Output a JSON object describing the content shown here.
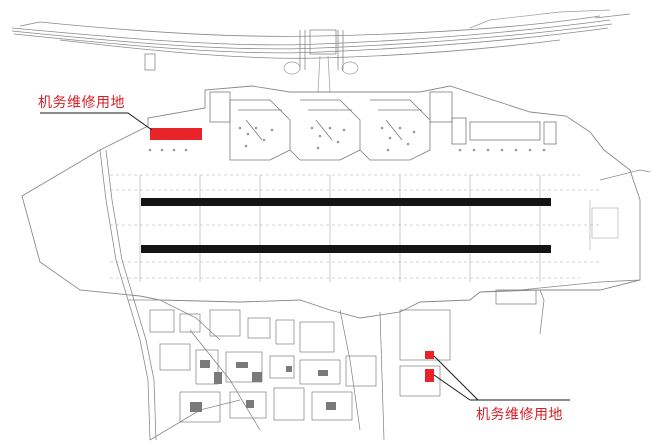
{
  "labels": {
    "top_left": "机务维修用地",
    "bottom_right": "机务维修用地"
  },
  "colors": {
    "highlight": "#e8232a",
    "runway": "#141414",
    "linework": "#8a8a8a",
    "label_text": "#d81e24",
    "background": "#ffffff"
  },
  "map": {
    "runway_count": 2,
    "highlighted_areas": 3,
    "icons": [
      "airport-site-plan",
      "terminal-building",
      "apron",
      "runway",
      "taxiway",
      "highway-interchange"
    ]
  }
}
